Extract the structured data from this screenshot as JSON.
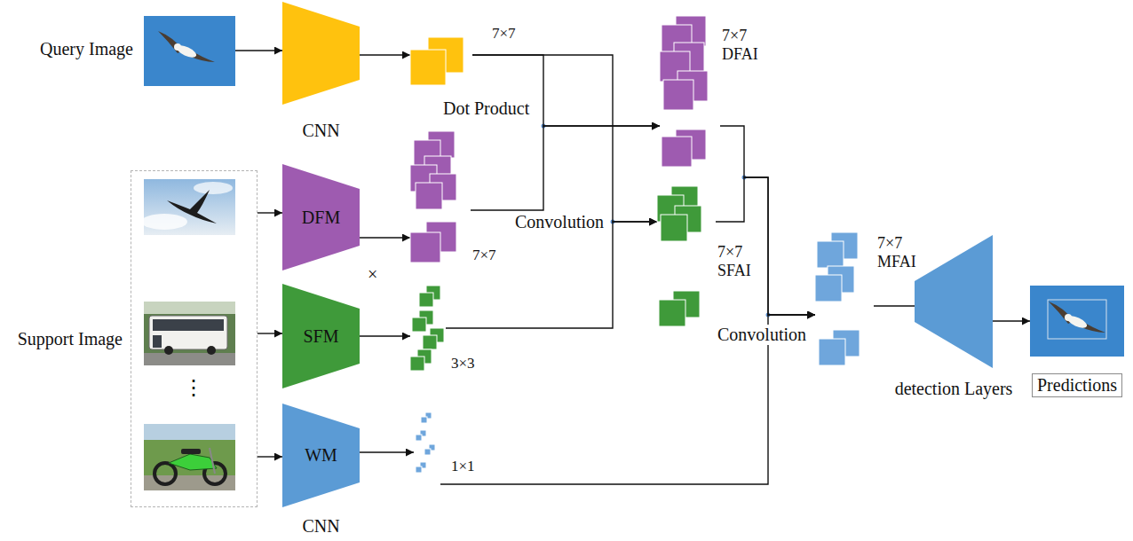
{
  "diagram": {
    "nodes": [
      {
        "text": [
          "Query Image"
        ]
      },
      {
        "text": [
          "CNN"
        ]
      },
      {
        "text": [
          "7×7"
        ]
      },
      {
        "text": [
          "Support Image"
        ]
      },
      {
        "text": [
          "DFM"
        ]
      },
      {
        "text": [
          "SFM"
        ]
      },
      {
        "text": [
          "WM",
          "CNN"
        ]
      },
      {
        "text": [
          "7×7"
        ]
      },
      {
        "text": [
          "3×3"
        ]
      },
      {
        "text": [
          "1×1"
        ]
      },
      {
        "text": [
          "7×7 DFAI"
        ]
      },
      {
        "text": [
          "7×7 SFAI"
        ]
      },
      {
        "text": [
          "7×7 MFAI"
        ]
      },
      {
        "text": [
          "detection Layers"
        ]
      },
      {
        "text": [
          "Predictions"
        ]
      }
    ],
    "edges": [
      {
        "from": 0,
        "to": 1,
        "arrow": "to"
      },
      {
        "from": 1,
        "to": 2,
        "arrow": "to"
      },
      {
        "from": 3,
        "to": 4,
        "arrow": "to"
      },
      {
        "from": 3,
        "to": 5,
        "arrow": "to"
      },
      {
        "from": 3,
        "to": 6,
        "arrow": "to"
      },
      {
        "from": 4,
        "to": 7,
        "arrow": "to"
      },
      {
        "from": 5,
        "to": 8,
        "arrow": "to"
      },
      {
        "from": 6,
        "to": 9,
        "arrow": "to"
      },
      {
        "from": 2,
        "to": 10,
        "label": "Dot Product",
        "arrow": "to"
      },
      {
        "from": 7,
        "to": 10,
        "arrow": "to"
      },
      {
        "from": 2,
        "to": 11,
        "label": "Convolution",
        "arrow": "to"
      },
      {
        "from": 8,
        "to": 11,
        "arrow": "to"
      },
      {
        "from": 10,
        "to": 12,
        "arrow": "to"
      },
      {
        "from": 11,
        "to": 12,
        "label": "Convolution",
        "arrow": "to"
      },
      {
        "from": 9,
        "to": 12,
        "arrow": "to"
      },
      {
        "from": 12,
        "to": 13,
        "arrow": "none"
      },
      {
        "from": 13,
        "to": 14,
        "arrow": "to"
      }
    ],
    "labels": [
      "×",
      "⋮"
    ]
  }
}
